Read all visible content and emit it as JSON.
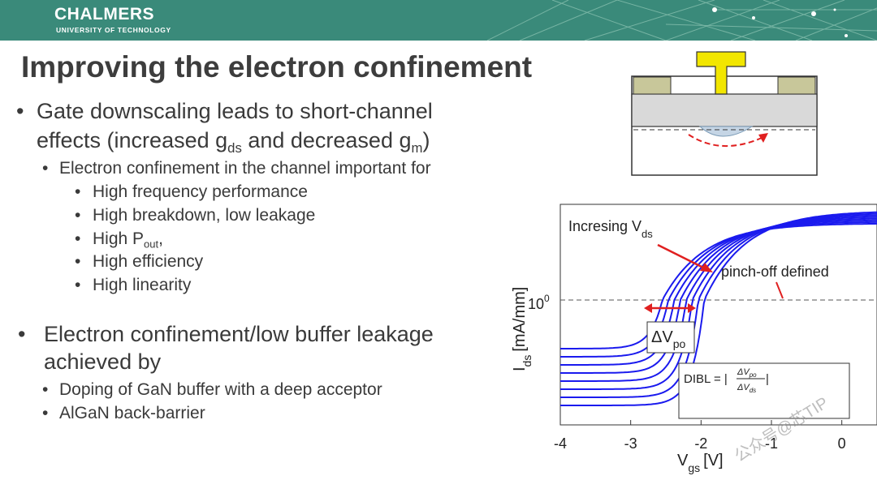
{
  "header": {
    "logo_name": "CHALMERS",
    "logo_subtitle": "UNIVERSITY OF TECHNOLOGY",
    "bg_color": "#3a8a7a"
  },
  "slide": {
    "title": "Improving the electron confinement",
    "bullet_glyph": "•",
    "bullets": [
      {
        "level": 1,
        "segments": [
          {
            "t": "Gate downscaling leads to short-channel"
          }
        ]
      },
      {
        "level": 1,
        "cont": true,
        "segments": [
          {
            "t": "effects (increased g"
          },
          {
            "t": "ds",
            "sub": true
          },
          {
            "t": " and decreased g"
          },
          {
            "t": "m",
            "sub": true
          },
          {
            "t": ")"
          }
        ]
      },
      {
        "level": 2,
        "segments": [
          {
            "t": "Electron confinement in the channel important for"
          }
        ]
      },
      {
        "level": 3,
        "segments": [
          {
            "t": "High frequency performance"
          }
        ]
      },
      {
        "level": 3,
        "segments": [
          {
            "t": "High breakdown, low leakage"
          }
        ]
      },
      {
        "level": 3,
        "segments": [
          {
            "t": "High P"
          },
          {
            "t": "out",
            "sub": true
          },
          {
            "t": ","
          }
        ]
      },
      {
        "level": 3,
        "segments": [
          {
            "t": "High efficiency"
          }
        ]
      },
      {
        "level": 3,
        "segments": [
          {
            "t": "High linearity"
          }
        ]
      },
      {
        "level": 1,
        "segments": [
          {
            "t": "Electron confinement/low buffer leakage"
          }
        ]
      },
      {
        "level": 1,
        "cont": true,
        "segments": [
          {
            "t": "achieved by"
          }
        ]
      },
      {
        "level": 2,
        "segments": [
          {
            "t": "Doping of GaN buffer with a deep acceptor"
          }
        ]
      },
      {
        "level": 2,
        "segments": [
          {
            "t": "AlGaN back-barrier"
          }
        ]
      }
    ]
  },
  "device_diagram": {
    "gate_color": "#f2e600",
    "contact_color": "#c8c79a",
    "barrier_color": "#d9d9d9",
    "channel_color": "#c5d5e5",
    "arrow_color": "#e02020"
  },
  "chart_data": {
    "type": "line",
    "xlabel": "V",
    "xlabel_sub": "gs",
    "xlabel_unit": "[V]",
    "ylabel": "I",
    "ylabel_sub": "ds",
    "ylabel_unit": "[mA/mm]",
    "xlim": [
      -4,
      0.5
    ],
    "x_ticks": [
      "-4",
      "-3",
      "-2",
      "-1",
      "0"
    ],
    "y_tick_label": "10",
    "y_tick_exp": "0",
    "series_color": "#1a1aee",
    "curve_count": 8,
    "annotations": {
      "increasing": "Incresing V",
      "increasing_sub": "ds",
      "pinchoff": "pinch-off defined",
      "delta": "ΔV",
      "delta_sub": "po",
      "dibl_lhs": "DIBL = |",
      "dibl_num": "ΔV",
      "dibl_num_sub": "po",
      "dibl_den": "ΔV",
      "dibl_den_sub": "ds",
      "dibl_rhs": "|"
    }
  },
  "watermark": "公众号@芯TIP"
}
